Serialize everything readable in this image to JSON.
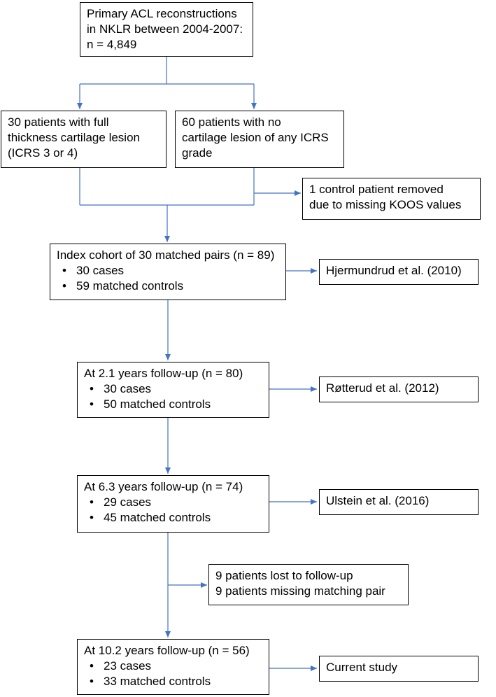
{
  "arrow_color": "#4472C4",
  "box_border_color": "#000000",
  "boxes": {
    "total": {
      "lines": [
        "Primary ACL reconstructions",
        "in NKLR between 2004-2007:",
        "n = 4,849"
      ]
    },
    "cases": {
      "lines": [
        "30 patients with full",
        "thickness cartilage lesion",
        "(ICRS 3 or 4)"
      ]
    },
    "controls": {
      "lines": [
        "60 patients with no",
        "cartilage lesion of any ICRS",
        "grade"
      ]
    },
    "removed": {
      "lines": [
        "1 control patient removed",
        "due to missing KOOS values"
      ]
    },
    "index": {
      "title": "Index cohort of 30 matched pairs (n = 89)",
      "items": [
        "30 cases",
        "59 matched controls"
      ]
    },
    "ref2010": {
      "text": "Hjermundrud et al. (2010)"
    },
    "fu21": {
      "title": "At 2.1 years follow-up (n = 80)",
      "items": [
        "30 cases",
        "50 matched controls"
      ]
    },
    "ref2012": {
      "text": "Røtterud et al. (2012)"
    },
    "fu63": {
      "title": "At 6.3 years follow-up (n = 74)",
      "items": [
        "29 cases",
        "45 matched controls"
      ]
    },
    "ref2016": {
      "text": "Ulstein et al. (2016)"
    },
    "lost": {
      "lines": [
        "9 patients lost to follow-up",
        "9 patients missing matching pair"
      ]
    },
    "fu102": {
      "title": "At 10.2 years follow-up (n = 56)",
      "items": [
        "23 cases",
        "33 matched controls"
      ]
    },
    "current": {
      "text": "Current study"
    }
  }
}
